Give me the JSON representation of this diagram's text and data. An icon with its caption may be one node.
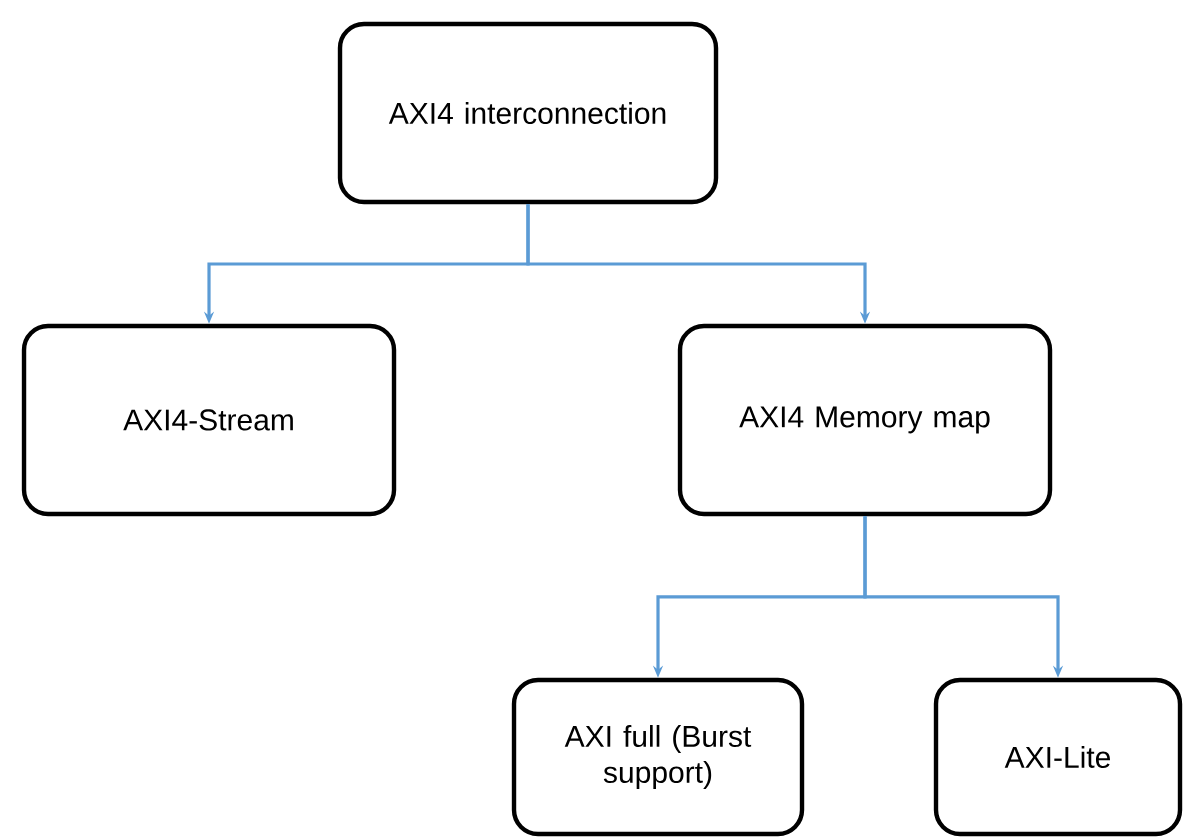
{
  "diagram": {
    "nodes": [
      {
        "text": [
          "AXI4 interconnection"
        ]
      },
      {
        "text": [
          "AXI4-Stream"
        ]
      },
      {
        "text": [
          "AXI4 Memory map"
        ]
      },
      {
        "text": [
          "AXI full (Burst support)"
        ]
      },
      {
        "text": [
          "AXI-Lite"
        ]
      }
    ],
    "edges": [
      {
        "from": 0,
        "to": 1,
        "arrow": "to"
      },
      {
        "from": 0,
        "to": 2,
        "arrow": "to"
      },
      {
        "from": 2,
        "to": 3,
        "arrow": "to"
      },
      {
        "from": 2,
        "to": 4,
        "arrow": "to"
      }
    ]
  }
}
